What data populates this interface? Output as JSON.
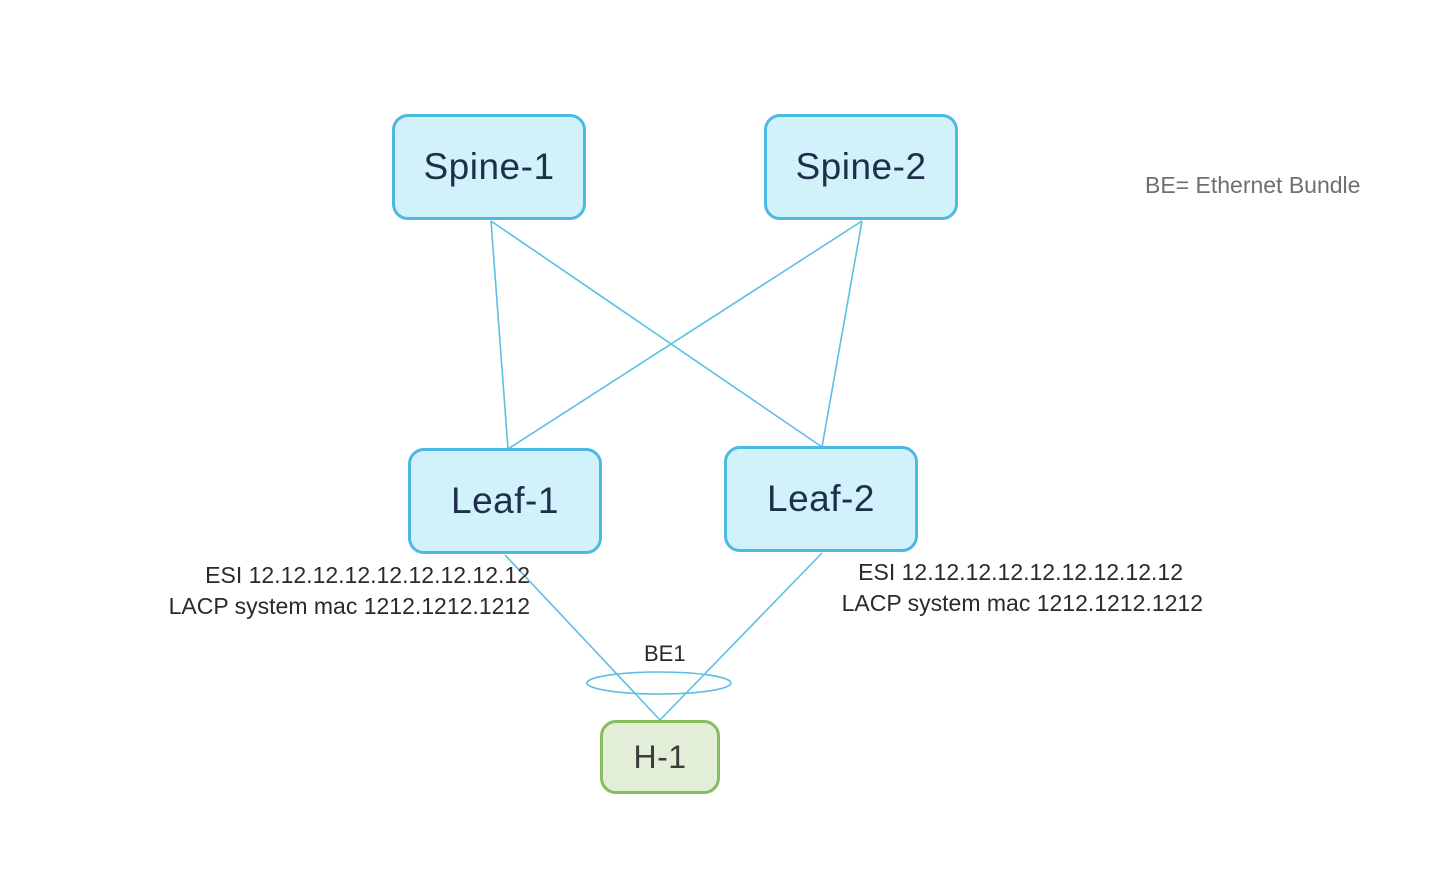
{
  "nodes": {
    "spine1": "Spine-1",
    "spine2": "Spine-2",
    "leaf1": "Leaf-1",
    "leaf2": "Leaf-2",
    "host": "H-1"
  },
  "legend": "BE= Ethernet Bundle",
  "bundle_label": "BE1",
  "leaf1_info": {
    "esi": "ESI 12.12.12.12.12.12.12.12.12",
    "lacp": "LACP system mac 1212.1212.1212"
  },
  "leaf2_info": {
    "esi": "ESI 12.12.12.12.12.12.12.12.12",
    "lacp": "LACP system mac 1212.1212.1212"
  },
  "colors": {
    "switch_fill": "#d1f1fb",
    "switch_border": "#4db9e3",
    "host_fill": "#e3eed8",
    "host_border": "#86bd5f",
    "link": "#5bbfe3"
  }
}
